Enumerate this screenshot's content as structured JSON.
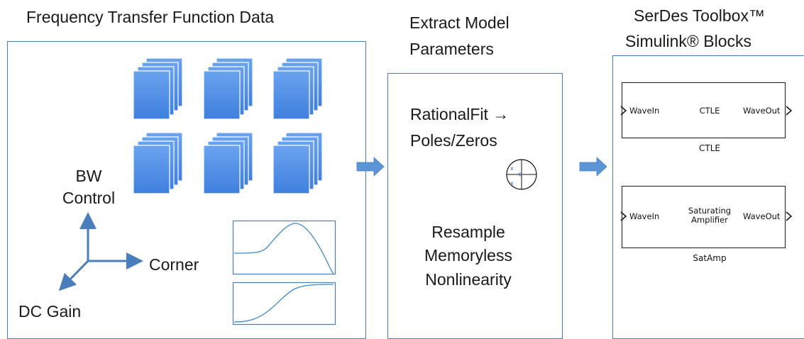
{
  "titles": {
    "data": "Frequency Transfer Function Data",
    "extract_line1": "Extract Model",
    "extract_line2": "Parameters",
    "serdes_line1": "SerDes Toolbox™",
    "serdes_line2": "Simulink® Blocks"
  },
  "data_panel": {
    "bw_line1": "BW",
    "bw_line2": "Control",
    "corner": "Corner",
    "dc_gain": "DC Gain"
  },
  "extract_panel": {
    "rationalfit_line1": "RationalFit →",
    "rationalfit_line2": "Poles/Zeros",
    "resample_line1": "Resample",
    "resample_line2": "Memoryless",
    "resample_line3": "Nonlinearity"
  },
  "blocks": [
    {
      "in": "WaveIn",
      "center": "CTLE",
      "out": "WaveOut",
      "caption": "CTLE"
    },
    {
      "in": "WaveIn",
      "center_line1": "Saturating",
      "center_line2": "Amplifier",
      "out": "WaveOut",
      "caption": "SatAmp"
    }
  ],
  "colors": {
    "panel_border": "#4a7ebb",
    "stack_fill": "#4f8fe8",
    "arrow_fill": "#5b95d6",
    "axis": "#4a7ebb",
    "curve": "#3d88c9"
  }
}
